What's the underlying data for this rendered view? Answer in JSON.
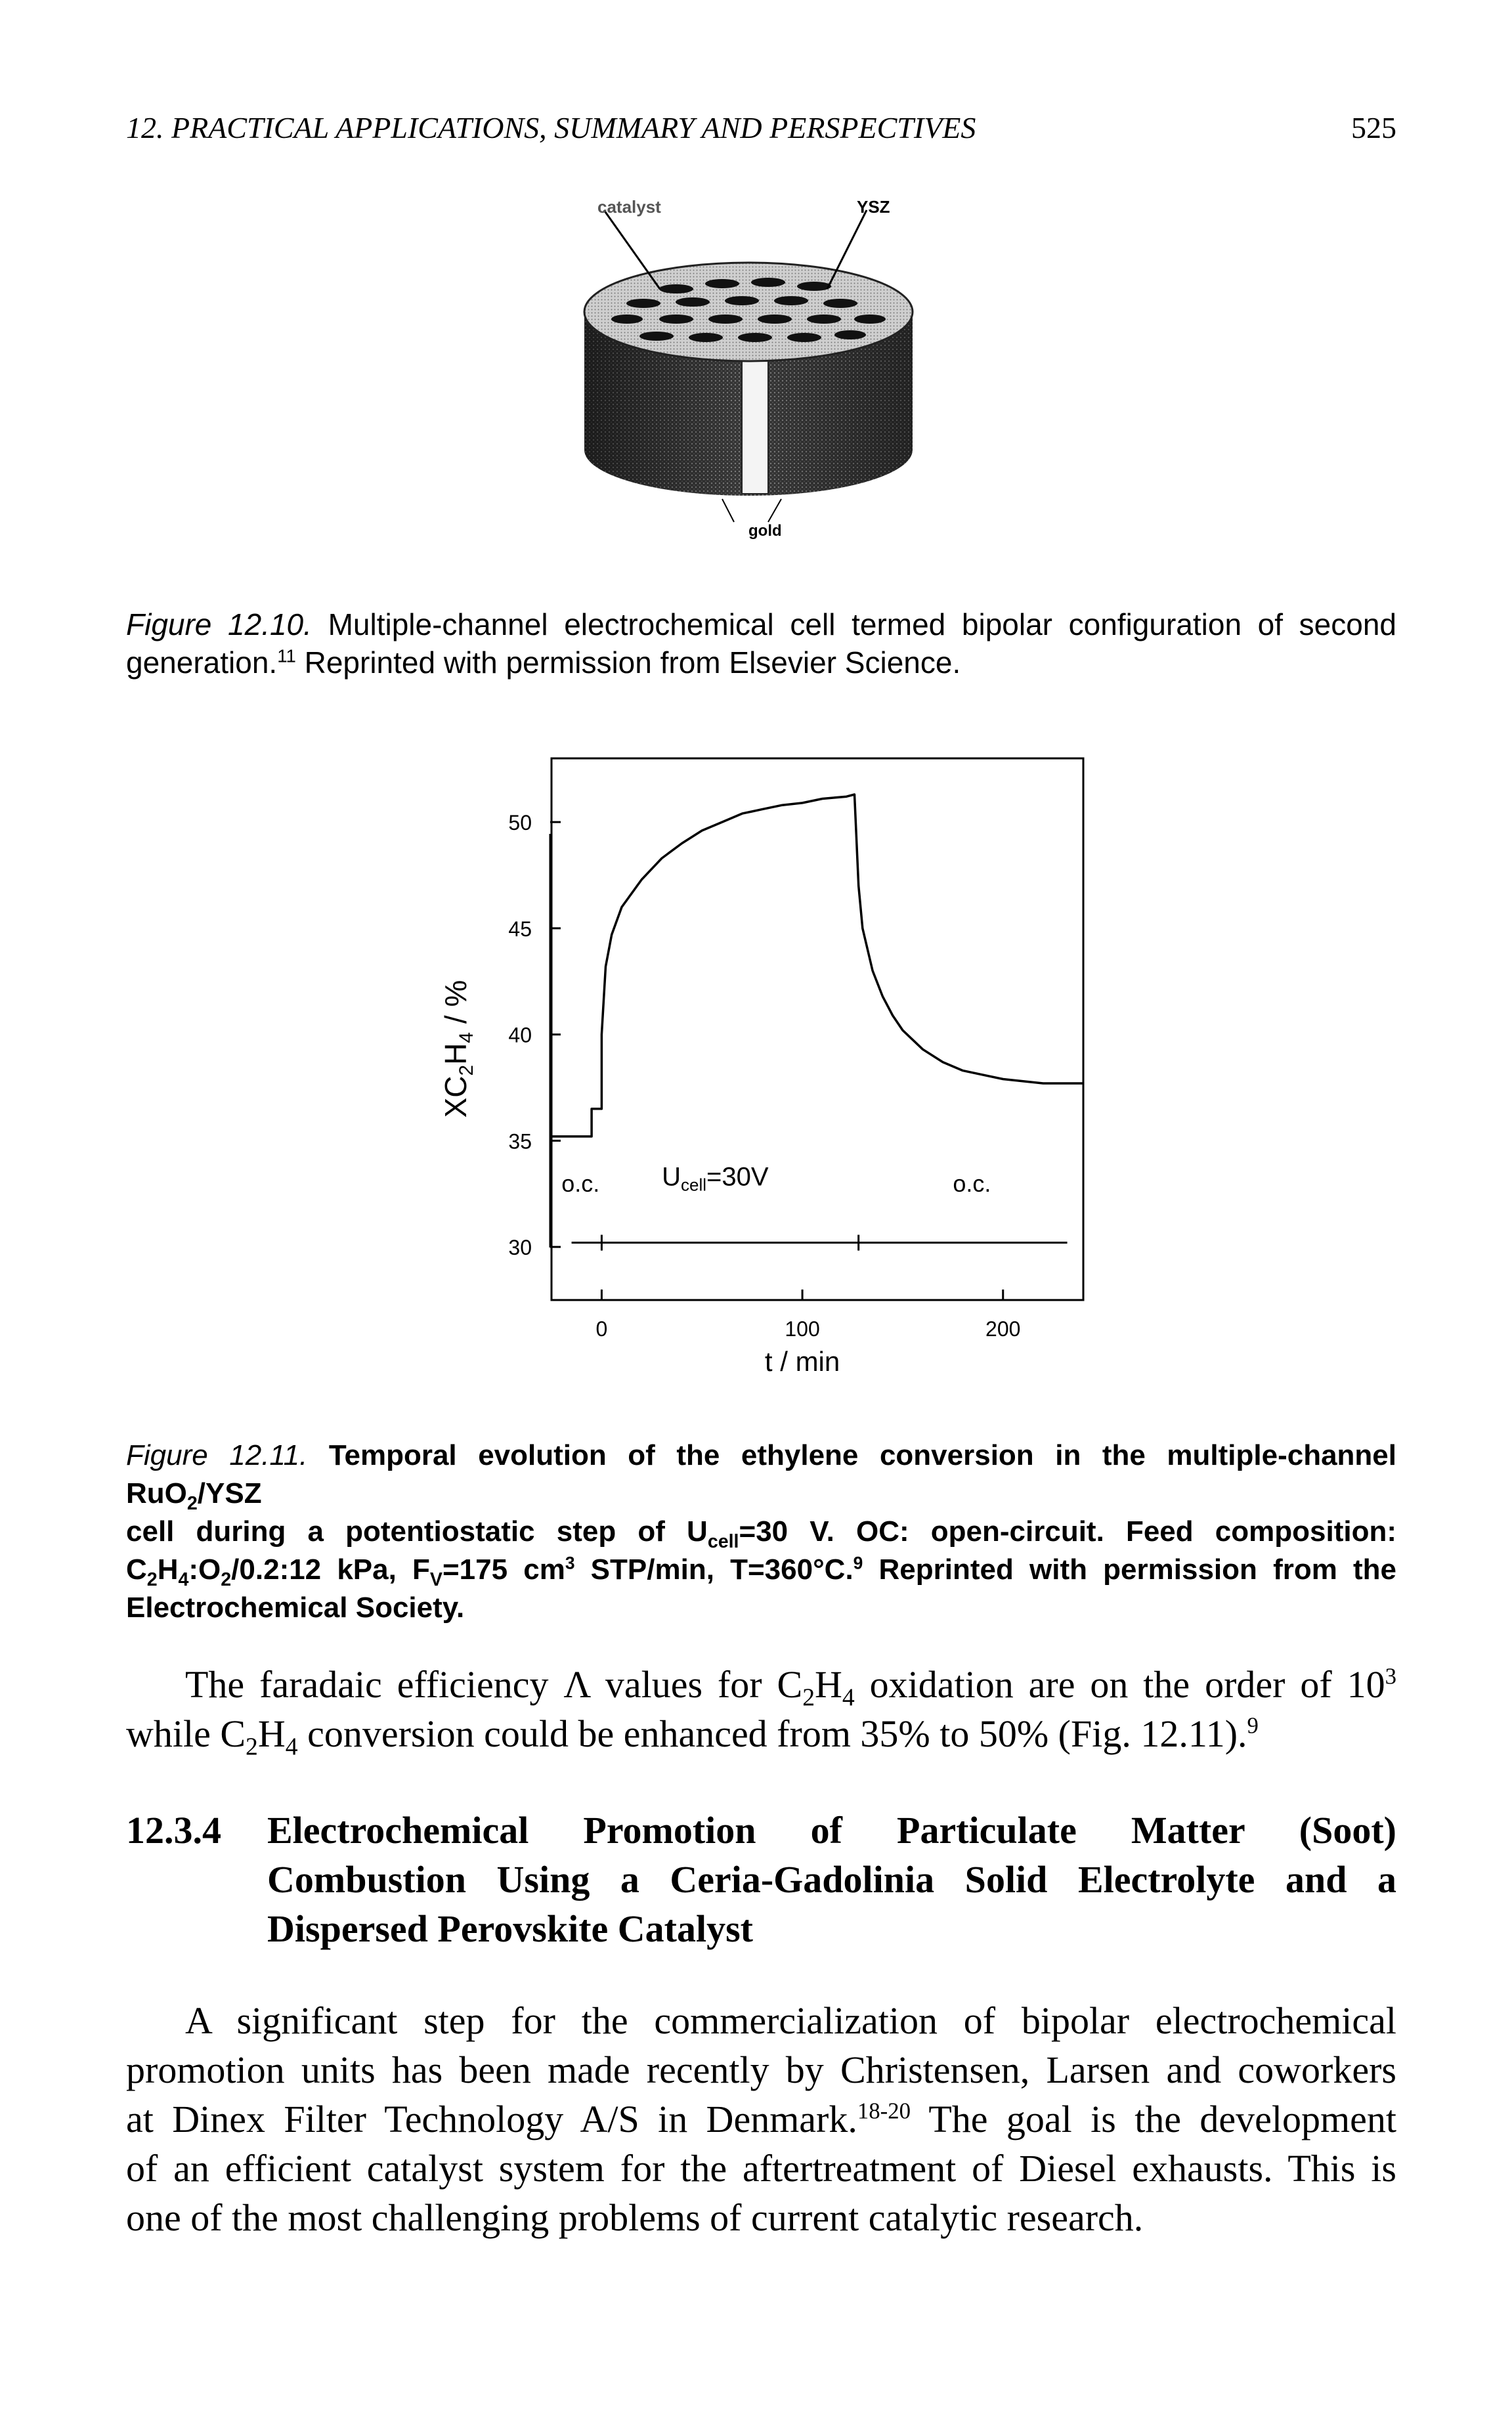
{
  "header": {
    "title": "12. PRACTICAL APPLICATIONS, SUMMARY AND PERSPECTIVES",
    "page_number": "525"
  },
  "figure_12_10": {
    "labels": {
      "catalyst": "catalyst",
      "ysz": "YSZ",
      "gold": "gold"
    },
    "caption_label": "Figure 12.10.",
    "caption_text": "Multiple-channel electrochemical cell termed bipolar configuration of second generation.",
    "caption_ref": "11",
    "caption_tail": "Reprinted with permission from Elsevier Science."
  },
  "chart_data": {
    "type": "line",
    "xlabel": "t / min",
    "ylabel": "XC2H4 / %",
    "xticks": [
      0,
      100,
      200
    ],
    "yticks": [
      30,
      35,
      40,
      45,
      50
    ],
    "xlim": [
      -25,
      240
    ],
    "ylim": [
      27.5,
      53
    ],
    "grid": false,
    "annotations": [
      "o.c.",
      "Ucell=30V",
      "o.c."
    ],
    "series": [
      {
        "x": [
          -25,
          -5,
          -5,
          0,
          0,
          2,
          5,
          10,
          20,
          30,
          40,
          50,
          60,
          70,
          80,
          90,
          100,
          110,
          122,
          126,
          128,
          130,
          135,
          140,
          145,
          150,
          160,
          170,
          180,
          190,
          200,
          210,
          220,
          240
        ],
        "y": [
          35.2,
          35.2,
          36.5,
          36.5,
          40.0,
          43.2,
          44.7,
          46.0,
          47.3,
          48.3,
          49.0,
          49.6,
          50.0,
          50.4,
          50.6,
          50.8,
          50.9,
          51.1,
          51.2,
          51.3,
          47.0,
          45.0,
          43.0,
          41.8,
          40.9,
          40.2,
          39.3,
          38.7,
          38.3,
          38.1,
          37.9,
          37.8,
          37.7,
          37.7
        ]
      }
    ]
  },
  "figure_12_11": {
    "caption_label": "Figure 12.11.",
    "caption_line1_a": "Temporal evolution of the ethylene conversion in the multiple-channel RuO",
    "caption_line1_sub": "2",
    "caption_line1_b": "/YSZ",
    "caption_line2_a": "cell during a potentiostatic step of U",
    "caption_line2_sub": "cell",
    "caption_line2_b": "=30 V. OC: open-circuit. Feed composition:",
    "caption_line3_a": "C",
    "caption_line3_s1": "2",
    "caption_line3_b": "H",
    "caption_line3_s2": "4",
    "caption_line3_c": ":O",
    "caption_line3_s3": "2",
    "caption_line3_d": "/0.2:12 kPa, F",
    "caption_line3_s4": "V",
    "caption_line3_e": "=175 cm",
    "caption_line3_sup": "3",
    "caption_line3_f": " STP/min, T=360°C.",
    "caption_line3_ref": "9",
    "caption_line3_g": " Reprinted with permission from the",
    "caption_line4": "Electrochemical Society."
  },
  "paragraph1": {
    "l1_a": "The faradaic efficiency Λ values for C",
    "l1_s1": "2",
    "l1_b": "H",
    "l1_s2": "4",
    "l1_c": " oxidation are on the order of 10",
    "l1_sup": "3",
    "l2_a": "while C",
    "l2_s1": "2",
    "l2_b": "H",
    "l2_s2": "4",
    "l2_c": " conversion could be enhanced from 35% to 50% (Fig. 12.11).",
    "l2_ref": "9"
  },
  "section": {
    "number": "12.3.4",
    "title_line1": "Electrochemical Promotion of Particulate Matter (Soot)",
    "title_line2": "Combustion Using a Ceria-Gadolinia Solid Electrolyte and a",
    "title_line3": "Dispersed Perovskite Catalyst"
  },
  "paragraph2": {
    "l1": "A significant step for the commercialization of bipolar electrochemical",
    "l2": "promotion units has been made recently by Christensen, Larsen and coworkers",
    "l3_a": "at Dinex Filter Technology A/S in Denmark.",
    "l3_ref": "18-20",
    "l3_b": " The goal is the development",
    "l4": "of an efficient catalyst system for the aftertreatment of Diesel exhausts. This is",
    "l5": "one of the most challenging problems of current catalytic research."
  }
}
